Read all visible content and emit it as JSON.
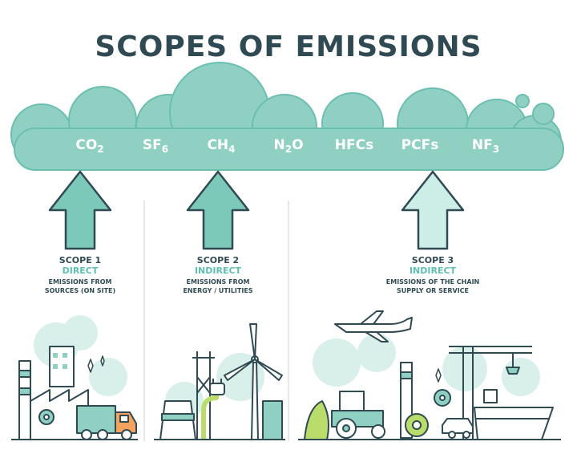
{
  "title": "SCOPES OF EMISSIONS",
  "gases": [
    {
      "base": "CO",
      "sub": "2"
    },
    {
      "base": "SF",
      "sub": "6"
    },
    {
      "base": "CH",
      "sub": "4"
    },
    {
      "base": "N",
      "sub": "2",
      "tail": "O"
    },
    {
      "base": "HFCs",
      "sub": ""
    },
    {
      "base": "PCFs",
      "sub": ""
    },
    {
      "base": "NF",
      "sub": "3"
    }
  ],
  "scopes": [
    {
      "name": "SCOPE 1",
      "type": "DIRECT",
      "desc1": "EMISSIONS FROM",
      "desc2": "SOURCES (ON SITE)"
    },
    {
      "name": "SCOPE 2",
      "type": "INDIRECT",
      "desc1": "EMISSIONS FROM",
      "desc2": "ENERGY / UTILITIES"
    },
    {
      "name": "SCOPE 3",
      "type": "INDIRECT",
      "desc1": "EMISSIONS OF THE CHAIN",
      "desc2": "SUPPLY OR SERVICE"
    }
  ],
  "colors": {
    "cloud": "#8fd0c3",
    "cloud_dark": "#6bbfb0",
    "outline": "#2f4a52",
    "arrow_dark": "#7cc8b9",
    "arrow_light": "#cdeee7",
    "accent": "#5fbfb0"
  }
}
